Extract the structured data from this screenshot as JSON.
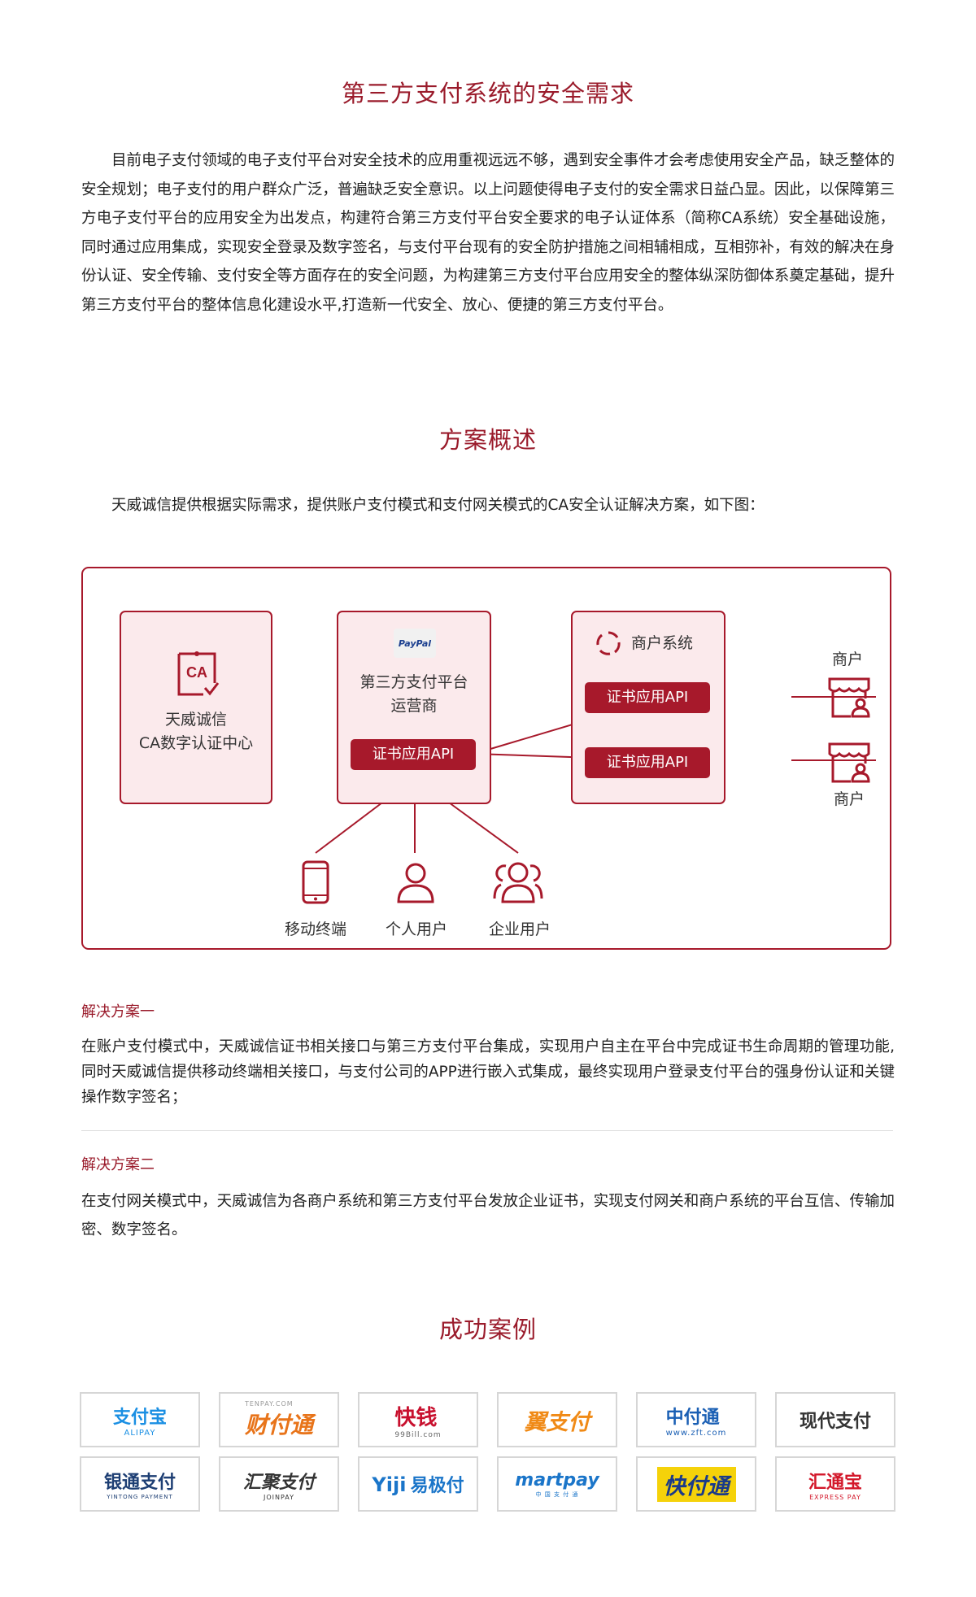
{
  "section1": {
    "title": "第三方支付系统的安全需求",
    "paragraph": "目前电子支付领域的电子支付平台对安全技术的应用重视远远不够，遇到安全事件才会考虑使用安全产品，缺乏整体的安全规划；电子支付的用户群众广泛，普遍缺乏安全意识。以上问题使得电子支付的安全需求日益凸显。因此，以保障第三方电子支付平台的应用安全为出发点，构建符合第三方支付平台安全要求的电子认证体系（简称CA系统）安全基础设施，同时通过应用集成，实现安全登录及数字签名，与支付平台现有的安全防护措施之间相辅相成，互相弥补，有效的解决在身份认证、安全传输、支付安全等方面存在的安全问题，为构建第三方支付平台应用安全的整体纵深防御体系奠定基础，提升第三方支付平台的整体信息化建设水平,打造新一代安全、放心、便捷的第三方支付平台。"
  },
  "section2": {
    "title": "方案概述",
    "intro": "天威诚信提供根据实际需求，提供账户支付模式和支付网关模式的CA安全认证解决方案，如下图："
  },
  "diagram": {
    "ca_center": {
      "line1": "天威诚信",
      "line2": "CA数字认证中心",
      "icon_text": "CA"
    },
    "platform": {
      "logo": "PayPal",
      "line1": "第三方支付平台",
      "line2": "运营商",
      "api": "证书应用API"
    },
    "merchant_system": {
      "title": "商户系统",
      "api1": "证书应用API",
      "api2": "证书应用API"
    },
    "merchant_top": "商户",
    "merchant_bottom": "商户",
    "mobile": "移动终端",
    "personal": "个人用户",
    "enterprise": "企业用户",
    "colors": {
      "accent": "#a7192b",
      "box_fill": "#fbeaec"
    }
  },
  "solutions": [
    {
      "title": "解决方案一",
      "text": "在账户支付模式中，天威诚信证书相关接口与第三方支付平台集成，实现用户自主在平台中完成证书生命周期的管理功能,同时天威诚信提供移动终端相关接口，与支付公司的APP进行嵌入式集成，最终实现用户登录支付平台的强身份认证和关键操作数字签名；"
    },
    {
      "title": "解决方案二",
      "text": "在支付网关模式中，天威诚信为各商户系统和第三方支付平台发放企业证书，实现支付网关和商户系统的平台互信、传输加密、数字签名。"
    }
  ],
  "section3": {
    "title": "成功案例",
    "logos_row1": [
      {
        "name": "支付宝",
        "sub": "ALIPAY"
      },
      {
        "name": "财付通",
        "sub": "TENPAY.COM"
      },
      {
        "name": "快钱",
        "sub": "99Bill.com"
      },
      {
        "name": "翼支付",
        "sub": ""
      },
      {
        "name": "中付通",
        "sub": "www.zft.com"
      },
      {
        "name": "现代支付",
        "sub": ""
      }
    ],
    "logos_row2": [
      {
        "name": "银通支付",
        "sub": "YINTONG PAYMENT"
      },
      {
        "name": "汇聚支付",
        "sub": "JOINPAY"
      },
      {
        "name": "易极付",
        "sub": "Yiji"
      },
      {
        "name": "martpay",
        "sub": "中 国 支 付 通"
      },
      {
        "name": "快付通",
        "sub": ""
      },
      {
        "name": "汇通宝",
        "sub": "EXPRESS PAY"
      }
    ]
  }
}
